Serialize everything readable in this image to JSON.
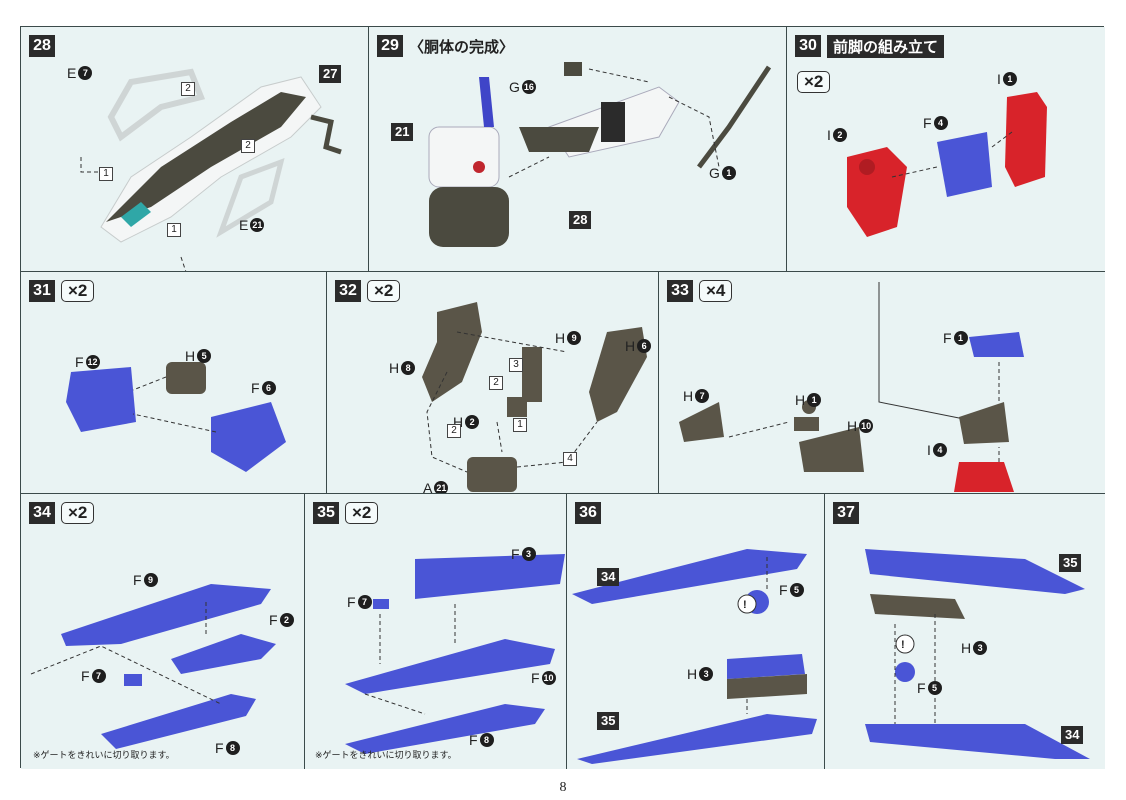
{
  "page_number": "8",
  "steps": {
    "s28": {
      "num": "28",
      "labels": {
        "e7": "E",
        "e7n": "7",
        "e21": "E",
        "e21n": "21",
        "ref27": "27"
      },
      "seq": [
        "2",
        "2",
        "1",
        "1"
      ]
    },
    "s29": {
      "num": "29",
      "title": "〈胴体の完成〉",
      "labels": {
        "g16": "G",
        "g16n": "16",
        "g1": "G",
        "g1n": "1",
        "ref21": "21",
        "ref28": "28"
      }
    },
    "s30": {
      "num": "30",
      "title": "前脚の組み立て",
      "mult": "×2",
      "labels": {
        "i1": "I",
        "i1n": "1",
        "i2": "I",
        "i2n": "2",
        "f4": "F",
        "f4n": "4"
      }
    },
    "s31": {
      "num": "31",
      "mult": "×2",
      "labels": {
        "f12": "F",
        "f12n": "12",
        "h5": "H",
        "h5n": "5",
        "f6": "F",
        "f6n": "6"
      }
    },
    "s32": {
      "num": "32",
      "mult": "×2",
      "labels": {
        "h8": "H",
        "h8n": "8",
        "h9": "H",
        "h9n": "9",
        "h6": "H",
        "h6n": "6",
        "h2": "H",
        "h2n": "2",
        "a21": "A",
        "a21n": "21"
      },
      "seq": [
        "3",
        "2",
        "1",
        "2",
        "4"
      ]
    },
    "s33": {
      "num": "33",
      "mult": "×4",
      "labels": {
        "h7": "H",
        "h7n": "7",
        "h1": "H",
        "h1n": "1",
        "h10": "H",
        "h10n": "10",
        "f1": "F",
        "f1n": "1",
        "i4": "I",
        "i4n": "4"
      }
    },
    "s34": {
      "num": "34",
      "mult": "×2",
      "labels": {
        "f9": "F",
        "f9n": "9",
        "f2": "F",
        "f2n": "2",
        "f7": "F",
        "f7n": "7",
        "f8": "F",
        "f8n": "8"
      },
      "note": "※ゲートをきれいに切り取ります。"
    },
    "s35": {
      "num": "35",
      "mult": "×2",
      "labels": {
        "f3": "F",
        "f3n": "3",
        "f7": "F",
        "f7n": "7",
        "f10": "F",
        "f10n": "10",
        "f8": "F",
        "f8n": "8"
      },
      "note": "※ゲートをきれいに切り取ります。"
    },
    "s36": {
      "num": "36",
      "labels": {
        "ref34": "34",
        "ref35": "35",
        "f5": "F",
        "f5n": "5",
        "h3": "H",
        "h3n": "3"
      }
    },
    "s37": {
      "num": "37",
      "labels": {
        "ref35": "35",
        "ref34": "34",
        "h3": "H",
        "h3n": "3",
        "f5": "F",
        "f5n": "5"
      }
    }
  },
  "colors": {
    "blue": "#4a55d6",
    "red": "#d8232a",
    "gray": "#5a5548",
    "white": "#f4f6f6",
    "panel_bg": "#e9f3f3"
  }
}
